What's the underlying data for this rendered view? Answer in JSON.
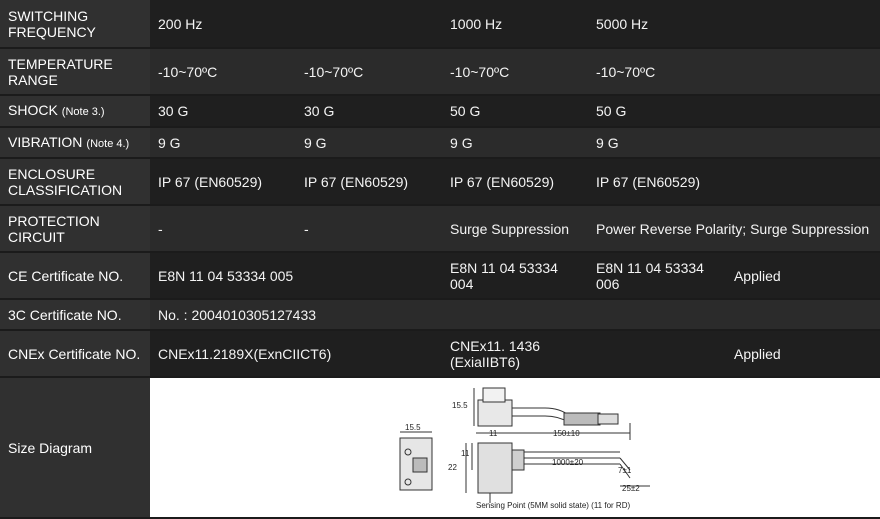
{
  "rows": [
    {
      "label": [
        "SWITCHING",
        "FREQUENCY"
      ],
      "values": [
        "200 Hz",
        "",
        "1000 Hz",
        "5000 Hz"
      ]
    },
    {
      "label": [
        "TEMPERATURE",
        "RANGE"
      ],
      "values": [
        "-10~70ºC",
        "-10~70ºC",
        "-10~70ºC",
        "-10~70ºC"
      ]
    },
    {
      "label": [
        "SHOCK"
      ],
      "note": "(Note 3.)",
      "values": [
        "30 G",
        "30 G",
        "50 G",
        "50 G"
      ]
    },
    {
      "label": [
        "VIBRATION"
      ],
      "note": "(Note 4.)",
      "values": [
        "9 G",
        "9 G",
        "9 G",
        "9 G"
      ]
    },
    {
      "label": [
        "ENCLOSURE",
        "CLASSIFICATION"
      ],
      "values": [
        "IP 67 (EN60529)",
        "IP 67 (EN60529)",
        "IP 67 (EN60529)",
        "IP 67 (EN60529)"
      ]
    },
    {
      "label": [
        "PROTECTION",
        "CIRCUIT"
      ],
      "values": [
        "-",
        "-",
        "Surge Suppression",
        "Power Reverse Polarity; Surge Suppression"
      ]
    }
  ],
  "ce": {
    "label": "CE Certificate NO.",
    "v1": "E8N 11 04 53334 005",
    "v3": [
      "E8N 11 04 53334",
      "004"
    ],
    "v4": [
      "E8N 11 04 53334",
      "006"
    ],
    "applied": "Applied"
  },
  "c3": {
    "label": "3C Certificate NO.",
    "v1": "No. : 2004010305127433"
  },
  "cnex": {
    "label": "CNEx Certificate NO.",
    "v1": "CNEx11.2189X(ExnCIICT6)",
    "v3": [
      "CNEx11. 1436",
      "(ExiaIIBT6)"
    ],
    "applied": "Applied"
  },
  "size": {
    "label": "Size Diagram",
    "dims": {
      "d155a": "15.5",
      "d155b": "15.5",
      "d11a": "11",
      "d150": "150±10",
      "d11b": "11",
      "d22": "22",
      "d1000": "1000±20",
      "d71": "7±1",
      "d252": "25±2"
    },
    "caption": "Sensing Point (5MM solid state) (11 for RD)"
  }
}
